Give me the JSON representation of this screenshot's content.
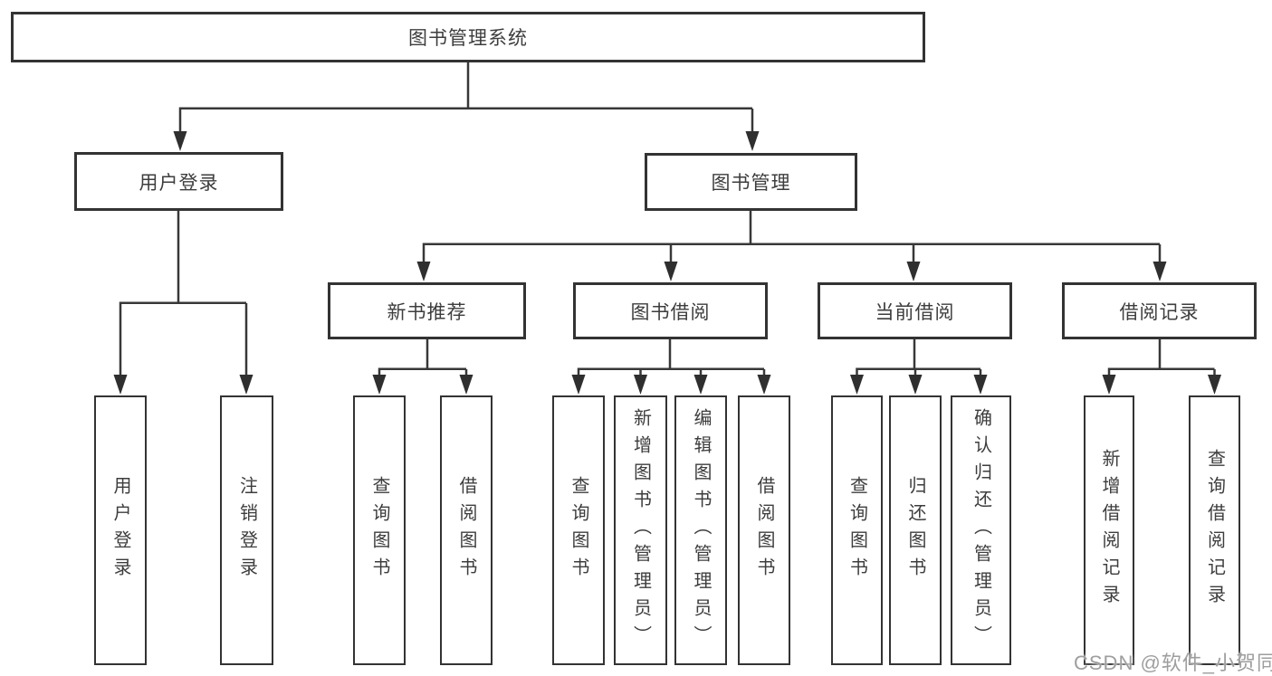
{
  "diagram_title": "图书管理系统",
  "colors": {
    "line": "#383838",
    "border": "#333333",
    "text": "#3d3d3d",
    "watermark_text": "#9e9e9e",
    "background": "#ffffff"
  },
  "nodes": {
    "root": {
      "label": "图书管理系统"
    },
    "level2": [
      {
        "label": "用户登录",
        "children": [
          "用户登录",
          "注销登录"
        ]
      },
      {
        "label": "图书管理",
        "children": [
          "新书推荐",
          "图书借阅",
          "当前借阅",
          "借阅记录"
        ]
      }
    ],
    "level3": [
      {
        "label": "新书推荐",
        "parent": "图书管理",
        "children": [
          "查询图书",
          "借阅图书"
        ]
      },
      {
        "label": "图书借阅",
        "parent": "图书管理",
        "children": [
          "查询图书",
          "新增图书（管理员）",
          "编辑图书（管理员）",
          "借阅图书"
        ]
      },
      {
        "label": "当前借阅",
        "parent": "图书管理",
        "children": [
          "查询图书",
          "归还图书",
          "确认归还（管理员）"
        ]
      },
      {
        "label": "借阅记录",
        "parent": "图书管理",
        "children": [
          "新增借阅记录",
          "查询借阅记录"
        ]
      }
    ],
    "leaves": [
      {
        "label": "用户登录",
        "parent": "用户登录"
      },
      {
        "label": "注销登录",
        "parent": "用户登录"
      },
      {
        "label": "查询图书",
        "parent": "新书推荐"
      },
      {
        "label": "借阅图书",
        "parent": "新书推荐"
      },
      {
        "label": "查询图书",
        "parent": "图书借阅"
      },
      {
        "label": "新增图书（管理员）",
        "parent": "图书借阅"
      },
      {
        "label": "编辑图书（管理员）",
        "parent": "图书借阅"
      },
      {
        "label": "借阅图书",
        "parent": "图书借阅"
      },
      {
        "label": "查询图书",
        "parent": "当前借阅"
      },
      {
        "label": "归还图书",
        "parent": "当前借阅"
      },
      {
        "label": "确认归还（管理员）",
        "parent": "当前借阅"
      },
      {
        "label": "新增借阅记录",
        "parent": "借阅记录"
      },
      {
        "label": "查询借阅记录",
        "parent": "借阅记录"
      }
    ]
  },
  "watermark": "CSDN @软件_小贺同学"
}
